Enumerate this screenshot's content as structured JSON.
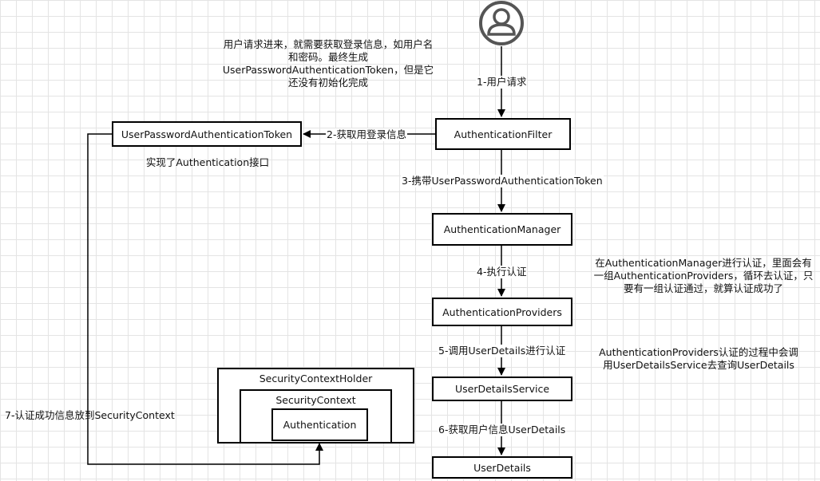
{
  "nodes": {
    "filter": "AuthenticationFilter",
    "token": "UserPasswordAuthenticationToken",
    "manager": "AuthenticationManager",
    "providers": "AuthenticationProviders",
    "uds": "UserDetailsService",
    "ud": "UserDetails",
    "holder": "SecurityContextHolder",
    "context": "SecurityContext",
    "auth": "Authentication"
  },
  "edges": {
    "e1": "1-用户请求",
    "e2": "2-获取用登录信息",
    "e3": "3-携带UserPasswordAuthenticationToken",
    "e4": "4-执行认证",
    "e5": "5-调用UserDetails进行认证",
    "e6": "6-获取用户信息UserDetails",
    "e7": "7-认证成功信息放到SecurityContext"
  },
  "notes": {
    "request": [
      "用户请求进来，就需要获取登录信息，如用户名",
      "和密码。最终生成",
      "UserPasswordAuthenticationToken，但是它",
      "还没有初始化完成"
    ],
    "token_impl": "实现了Authentication接口",
    "manager": [
      "在AuthenticationManager进行认证，里面会有",
      "一组AuthenticationProviders，循环去认证，只",
      "要有一组认证通过，就算认证成功了"
    ],
    "providers": [
      "AuthenticationProviders认证的过程中会调",
      "用UserDetailsService去查询UserDetails"
    ]
  }
}
